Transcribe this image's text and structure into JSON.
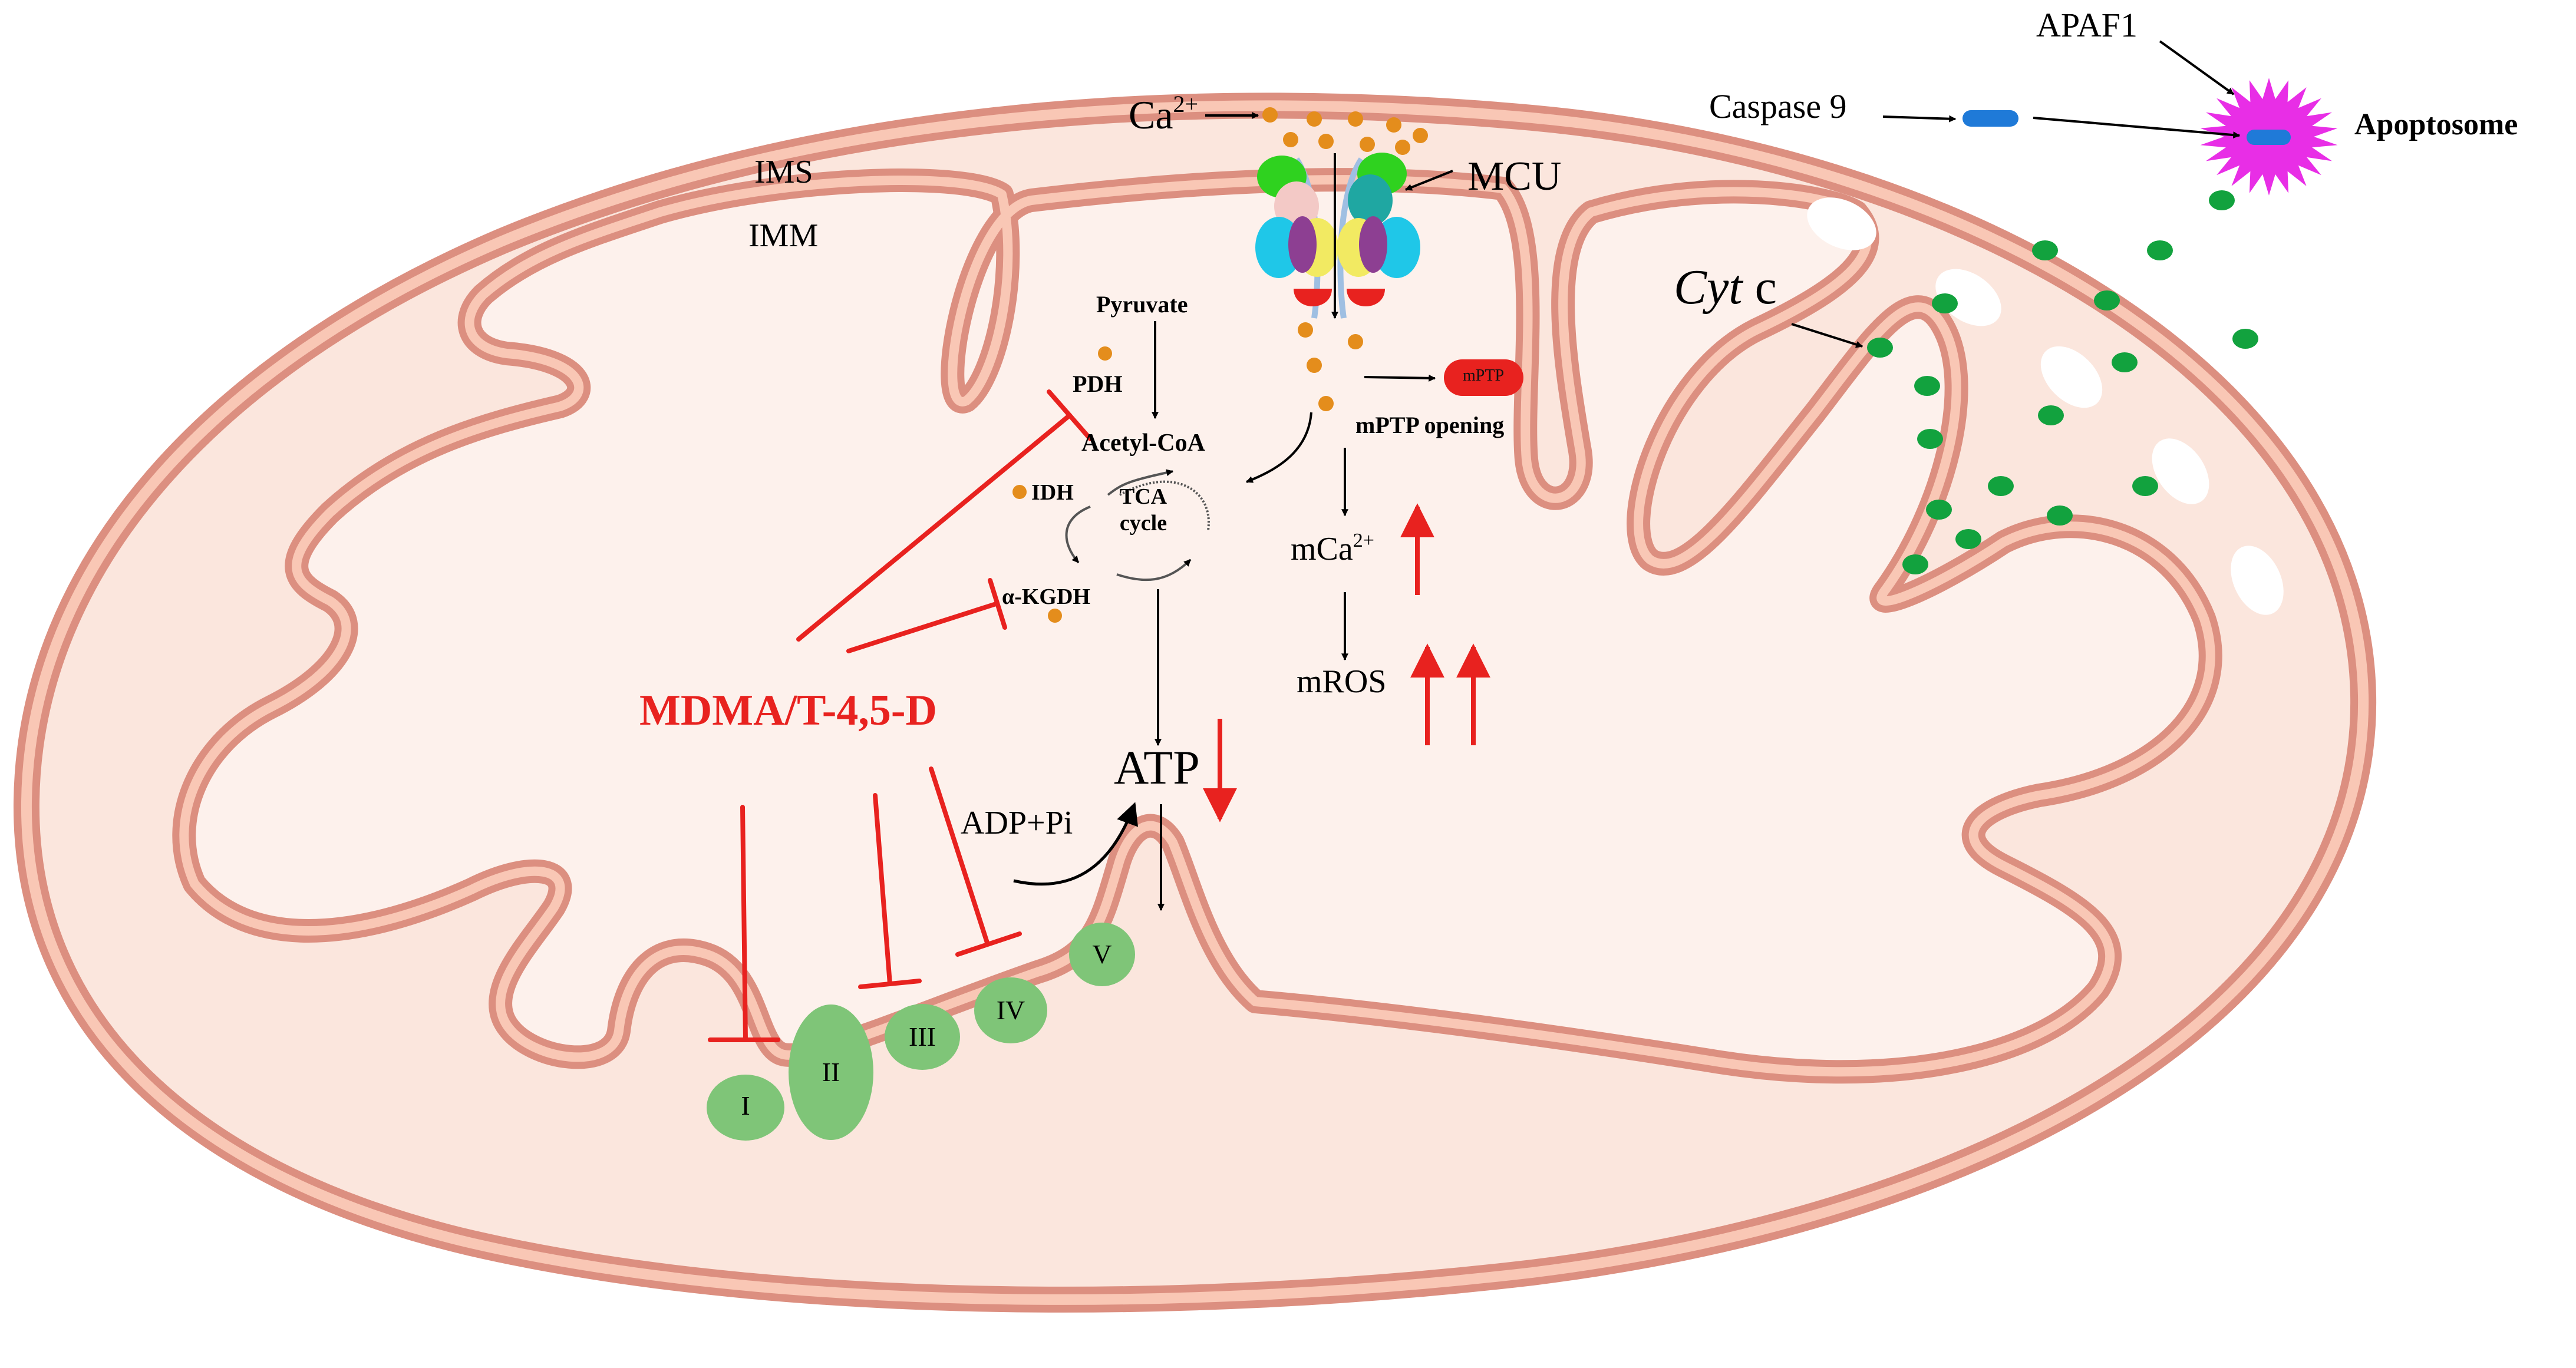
{
  "labels": {
    "ims": "IMS",
    "imm": "IMM",
    "ca_base": "Ca",
    "ca_sup": "2+",
    "mcu": "MCU",
    "apaf1": "APAF1",
    "caspase9": "Caspase 9",
    "apoptosome": "Apoptosome",
    "cytc_italic": "Cyt",
    "cytc_rest": " c",
    "pyruvate": "Pyruvate",
    "pdh": "PDH",
    "acetyl_coa": "Acetyl-CoA",
    "idh": "IDH",
    "tca_line1": "TCA",
    "tca_line2": "cycle",
    "akgdh": "α-KGDH",
    "mptp": "mPTP",
    "mptp_opening": "mPTP opening",
    "mca_base": "mCa",
    "mca_sup": "2+",
    "mros": "mROS",
    "drug": "MDMA/T-4,5-D",
    "atp": "ATP",
    "adp_pi": "ADP+Pi",
    "complex_i": "I",
    "complex_ii": "II",
    "complex_iii": "III",
    "complex_iv": "IV",
    "complex_v": "V"
  },
  "colors": {
    "membrane": "#dc8f80",
    "membrane_fill": "#f9c7b5",
    "ims_fill": "#fbe6dd",
    "matrix_fill": "#fdf1ec",
    "inhibit": "#e8221f",
    "complex": "#7fc578",
    "cytc": "#12a23e",
    "calcium": "#e48d1c",
    "mptp_fill": "#e8221f",
    "apoptosome": "#e82ee6",
    "caspase": "#1f7ad8"
  }
}
